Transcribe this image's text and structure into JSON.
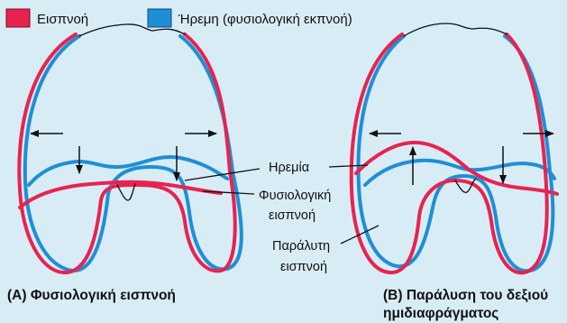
{
  "legend": {
    "inspiration": {
      "label": "Εισπνοή",
      "color": "#e8234f"
    },
    "rest": {
      "label": "Ήρεμη (φυσιολογική εκπνοή)",
      "color": "#1e8fd6"
    }
  },
  "annotations": {
    "rest_label": "Ηρεμία",
    "normal_insp_line1": "Φυσιολογική",
    "normal_insp_line2": "εισπνοή",
    "paralyzed_insp_line1": "Παράλυτη",
    "paralyzed_insp_line2": "εισπνοή"
  },
  "captions": {
    "a": "(A) Φυσιολογική εισπνοή",
    "b_line1": "(B) Παράλυση του δεξιού",
    "b_line2": "ημιδιαφράγματος"
  },
  "colors": {
    "background": "#d8ecf6",
    "arrow": "#111111"
  }
}
